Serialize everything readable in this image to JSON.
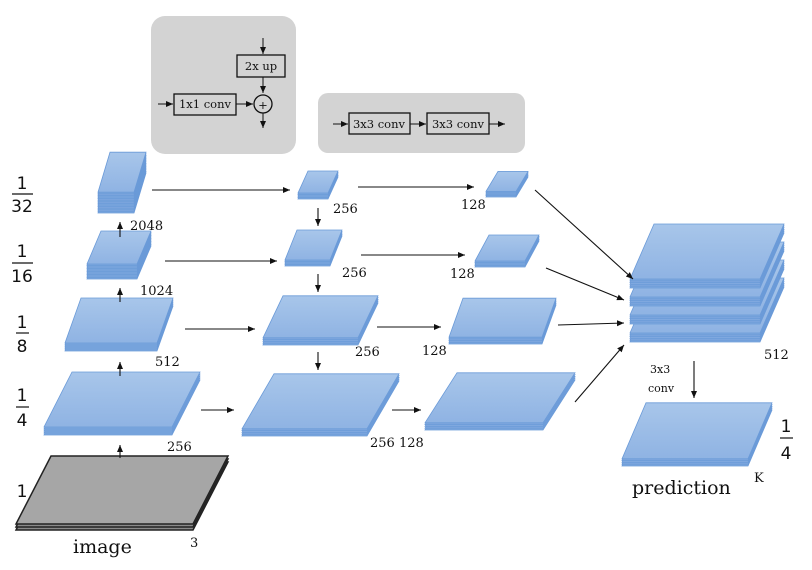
{
  "legend": {
    "merge_block": {
      "upsample_label": "2x up",
      "lateral_label": "1x1 conv",
      "sum_symbol": "+"
    },
    "conv_block": {
      "first_label": "3x3 conv",
      "second_label": "3x3 conv"
    }
  },
  "scales": {
    "s32": {
      "num": "1",
      "den": "32"
    },
    "s16": {
      "num": "1",
      "den": "16"
    },
    "s8": {
      "num": "1",
      "den": "8"
    },
    "s4": {
      "num": "1",
      "den": "4"
    },
    "s1": "1"
  },
  "backbone": {
    "c5_channels": "2048",
    "c4_channels": "1024",
    "c3_channels": "512",
    "c2_channels": "256"
  },
  "input": {
    "label": "image",
    "channels": "3"
  },
  "pyramid": {
    "p5_channels": "256",
    "p4_channels": "256",
    "p3_channels": "256",
    "p2_channels": "256"
  },
  "heads": {
    "h5_channels": "128",
    "h4_channels": "128",
    "h3_channels": "128",
    "h2_channels": "128"
  },
  "fusion": {
    "channels": "512",
    "conv_line1": "3x3",
    "conv_line2": "conv"
  },
  "output": {
    "label": "prediction",
    "channels": "K",
    "scale": {
      "num": "1",
      "den": "4"
    }
  },
  "colors": {
    "tensor_fill": "#a4c2e8",
    "tensor_edge": "#6a9ad8",
    "panel_bg": "#d3d3d3",
    "image_fill": "#a6a6a6"
  }
}
